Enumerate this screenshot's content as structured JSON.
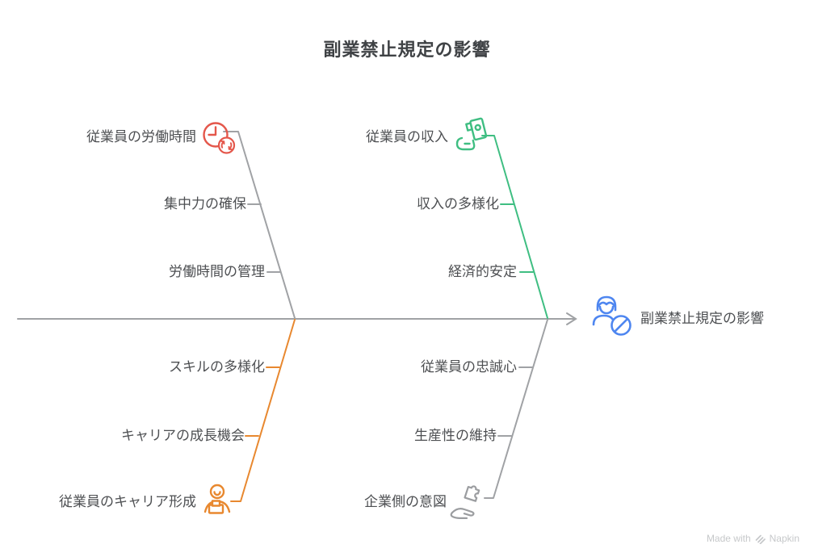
{
  "title": "副業禁止規定の影響",
  "effect": {
    "label": "副業禁止規定の影響",
    "icon": "person-prohibition-icon",
    "icon_color": "#4e86f0"
  },
  "branches": [
    {
      "id": "employee-working-hours",
      "label": "従業員の労働時間",
      "icon": "clock-refresh-icon",
      "icon_color": "#e4574b",
      "line_color": "#a0a2a5",
      "items": [
        "集中力の確保",
        "労働時間の管理"
      ]
    },
    {
      "id": "employee-income",
      "label": "従業員の収入",
      "icon": "money-in-hand-icon",
      "icon_color": "#3fbe82",
      "line_color": "#3fbe82",
      "items": [
        "収入の多様化",
        "経済的安定"
      ]
    },
    {
      "id": "employee-career",
      "label": "従業員のキャリア形成",
      "icon": "person-at-desk-icon",
      "icon_color": "#e8882f",
      "line_color": "#e8882f",
      "items": [
        "スキルの多様化",
        "キャリアの成長機会"
      ]
    },
    {
      "id": "company-intent",
      "label": "企業側の意図",
      "icon": "hand-puzzle-icon",
      "icon_color": "#9b9da0",
      "line_color": "#a0a2a5",
      "items": [
        "従業員の忠誠心",
        "生産性の維持"
      ]
    }
  ],
  "colors": {
    "spine": "#a0a2a5",
    "text": "#4d4f52",
    "title": "#3f4245",
    "watermark": "#c6c8ca"
  },
  "watermark": {
    "prefix": "Made with",
    "brand": "Napkin",
    "logo": "napkin-logo-icon"
  }
}
